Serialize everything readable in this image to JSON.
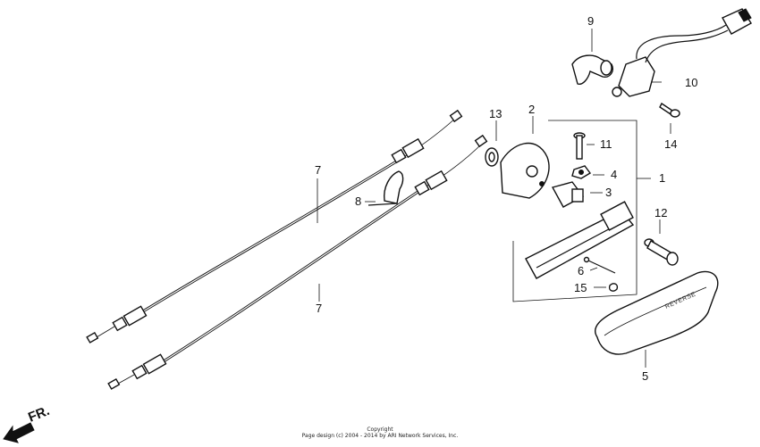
{
  "callouts": {
    "c1": "1",
    "c2": "2",
    "c3": "3",
    "c4": "4",
    "c5": "5",
    "c6": "6",
    "c7a": "7",
    "c7b": "7",
    "c8": "8",
    "c9": "9",
    "c10": "10",
    "c11": "11",
    "c12": "12",
    "c13": "13",
    "c14": "14",
    "c15": "15"
  },
  "direction_label": "FR.",
  "grip_text": "REVERSE",
  "copyright": {
    "line1": "Copyright",
    "line2": "Page design (c) 2004 - 2014 by ARI Network Services, Inc."
  }
}
